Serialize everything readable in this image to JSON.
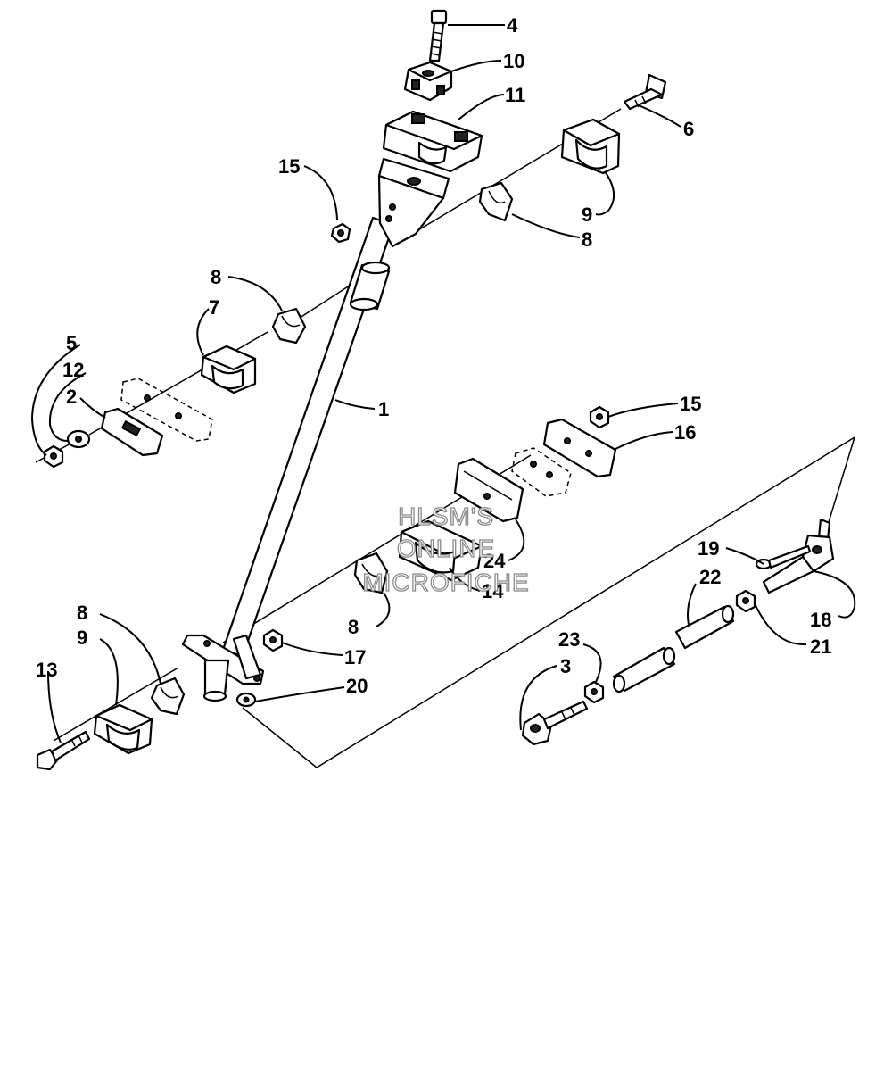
{
  "watermark": {
    "line1": "HLSM'S",
    "line2": "ONLINE",
    "line3": "MICROFICHE"
  },
  "callouts": [
    {
      "id": "c4",
      "label": "4"
    },
    {
      "id": "c10",
      "label": "10"
    },
    {
      "id": "c11",
      "label": "11"
    },
    {
      "id": "c6",
      "label": "6"
    },
    {
      "id": "c15a",
      "label": "15"
    },
    {
      "id": "c9a",
      "label": "9"
    },
    {
      "id": "c8a",
      "label": "8"
    },
    {
      "id": "c8b",
      "label": "8"
    },
    {
      "id": "c7",
      "label": "7"
    },
    {
      "id": "c5",
      "label": "5"
    },
    {
      "id": "c12",
      "label": "12"
    },
    {
      "id": "c2",
      "label": "2"
    },
    {
      "id": "c1",
      "label": "1"
    },
    {
      "id": "c15b",
      "label": "15"
    },
    {
      "id": "c16",
      "label": "16"
    },
    {
      "id": "c24",
      "label": "24"
    },
    {
      "id": "c14",
      "label": "14"
    },
    {
      "id": "c19",
      "label": "19"
    },
    {
      "id": "c22",
      "label": "22"
    },
    {
      "id": "c18",
      "label": "18"
    },
    {
      "id": "c21",
      "label": "21"
    },
    {
      "id": "c8c",
      "label": "8"
    },
    {
      "id": "c17",
      "label": "17"
    },
    {
      "id": "c20",
      "label": "20"
    },
    {
      "id": "c8d",
      "label": "8"
    },
    {
      "id": "c9b",
      "label": "9"
    },
    {
      "id": "c13",
      "label": "13"
    },
    {
      "id": "c23",
      "label": "23"
    },
    {
      "id": "c3",
      "label": "3"
    }
  ]
}
